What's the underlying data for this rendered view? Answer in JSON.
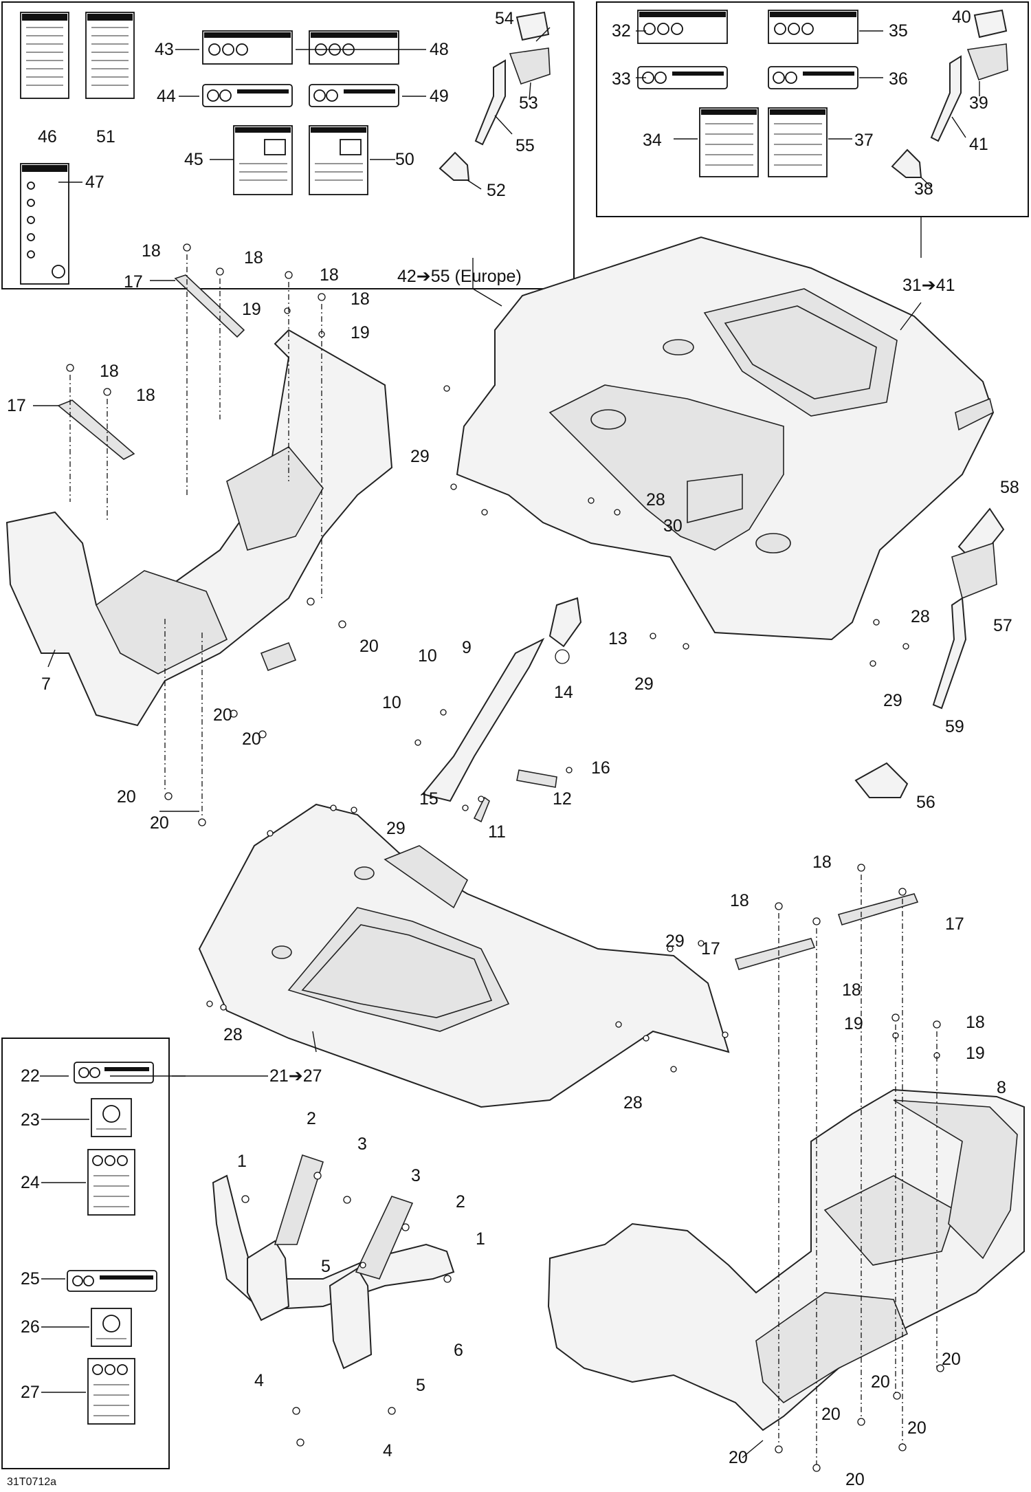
{
  "diagram_code": "31T0712a",
  "europe_kit_label": "42➔55 (Europe)",
  "kit_31_41_label": "31➔41",
  "kit_21_27_label": "21➔27",
  "callouts": [
    "1",
    "2",
    "3",
    "4",
    "5",
    "6",
    "7",
    "8",
    "9",
    "10",
    "11",
    "12",
    "13",
    "14",
    "15",
    "16",
    "17",
    "18",
    "19",
    "20",
    "21",
    "22",
    "23",
    "24",
    "25",
    "26",
    "27",
    "28",
    "29",
    "30",
    "31",
    "32",
    "33",
    "34",
    "35",
    "36",
    "37",
    "38",
    "39",
    "40",
    "41",
    "42",
    "43",
    "44",
    "45",
    "46",
    "47",
    "48",
    "49",
    "50",
    "51",
    "52",
    "53",
    "54",
    "55",
    "56",
    "57",
    "58",
    "59"
  ]
}
